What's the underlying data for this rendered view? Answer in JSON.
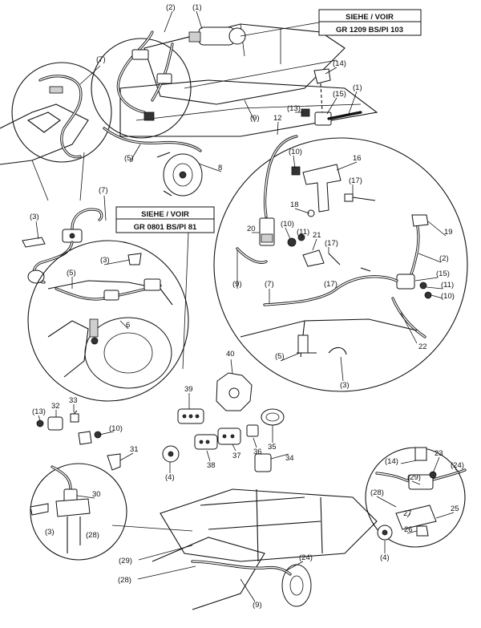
{
  "ref_box_top": {
    "line1": "SIEHE / VOIR",
    "line2": "GR 1209 BS/PI 103"
  },
  "ref_box_mid": {
    "line1": "SIEHE / VOIR",
    "line2": "GR 0801 BS/PI 81"
  },
  "callouts": {
    "c1": "(1)",
    "c2": "(2)",
    "c3": "(3)",
    "c4": "(4)",
    "c5": "(5)",
    "c7": "(7)",
    "c9": "(9)",
    "c10": "(10)",
    "c11": "(11)",
    "c13": "(13)",
    "c14": "(14)",
    "c15": "(15)",
    "c17": "(17)",
    "c24": "(24)",
    "c28": "(28)",
    "c29": "(29)",
    "n6": "6",
    "n8": "8",
    "n12": "12",
    "n16": "16",
    "n18": "18",
    "n19": "19",
    "n20": "20",
    "n21": "21",
    "n22": "22",
    "n23": "23",
    "n25": "25",
    "n26": "26",
    "n27": "27",
    "n30": "30",
    "n31": "31",
    "n32": "32",
    "n33": "33",
    "n34": "34",
    "n35": "35",
    "n36": "36",
    "n37": "37",
    "n38": "38",
    "n39": "39",
    "n40": "40"
  }
}
